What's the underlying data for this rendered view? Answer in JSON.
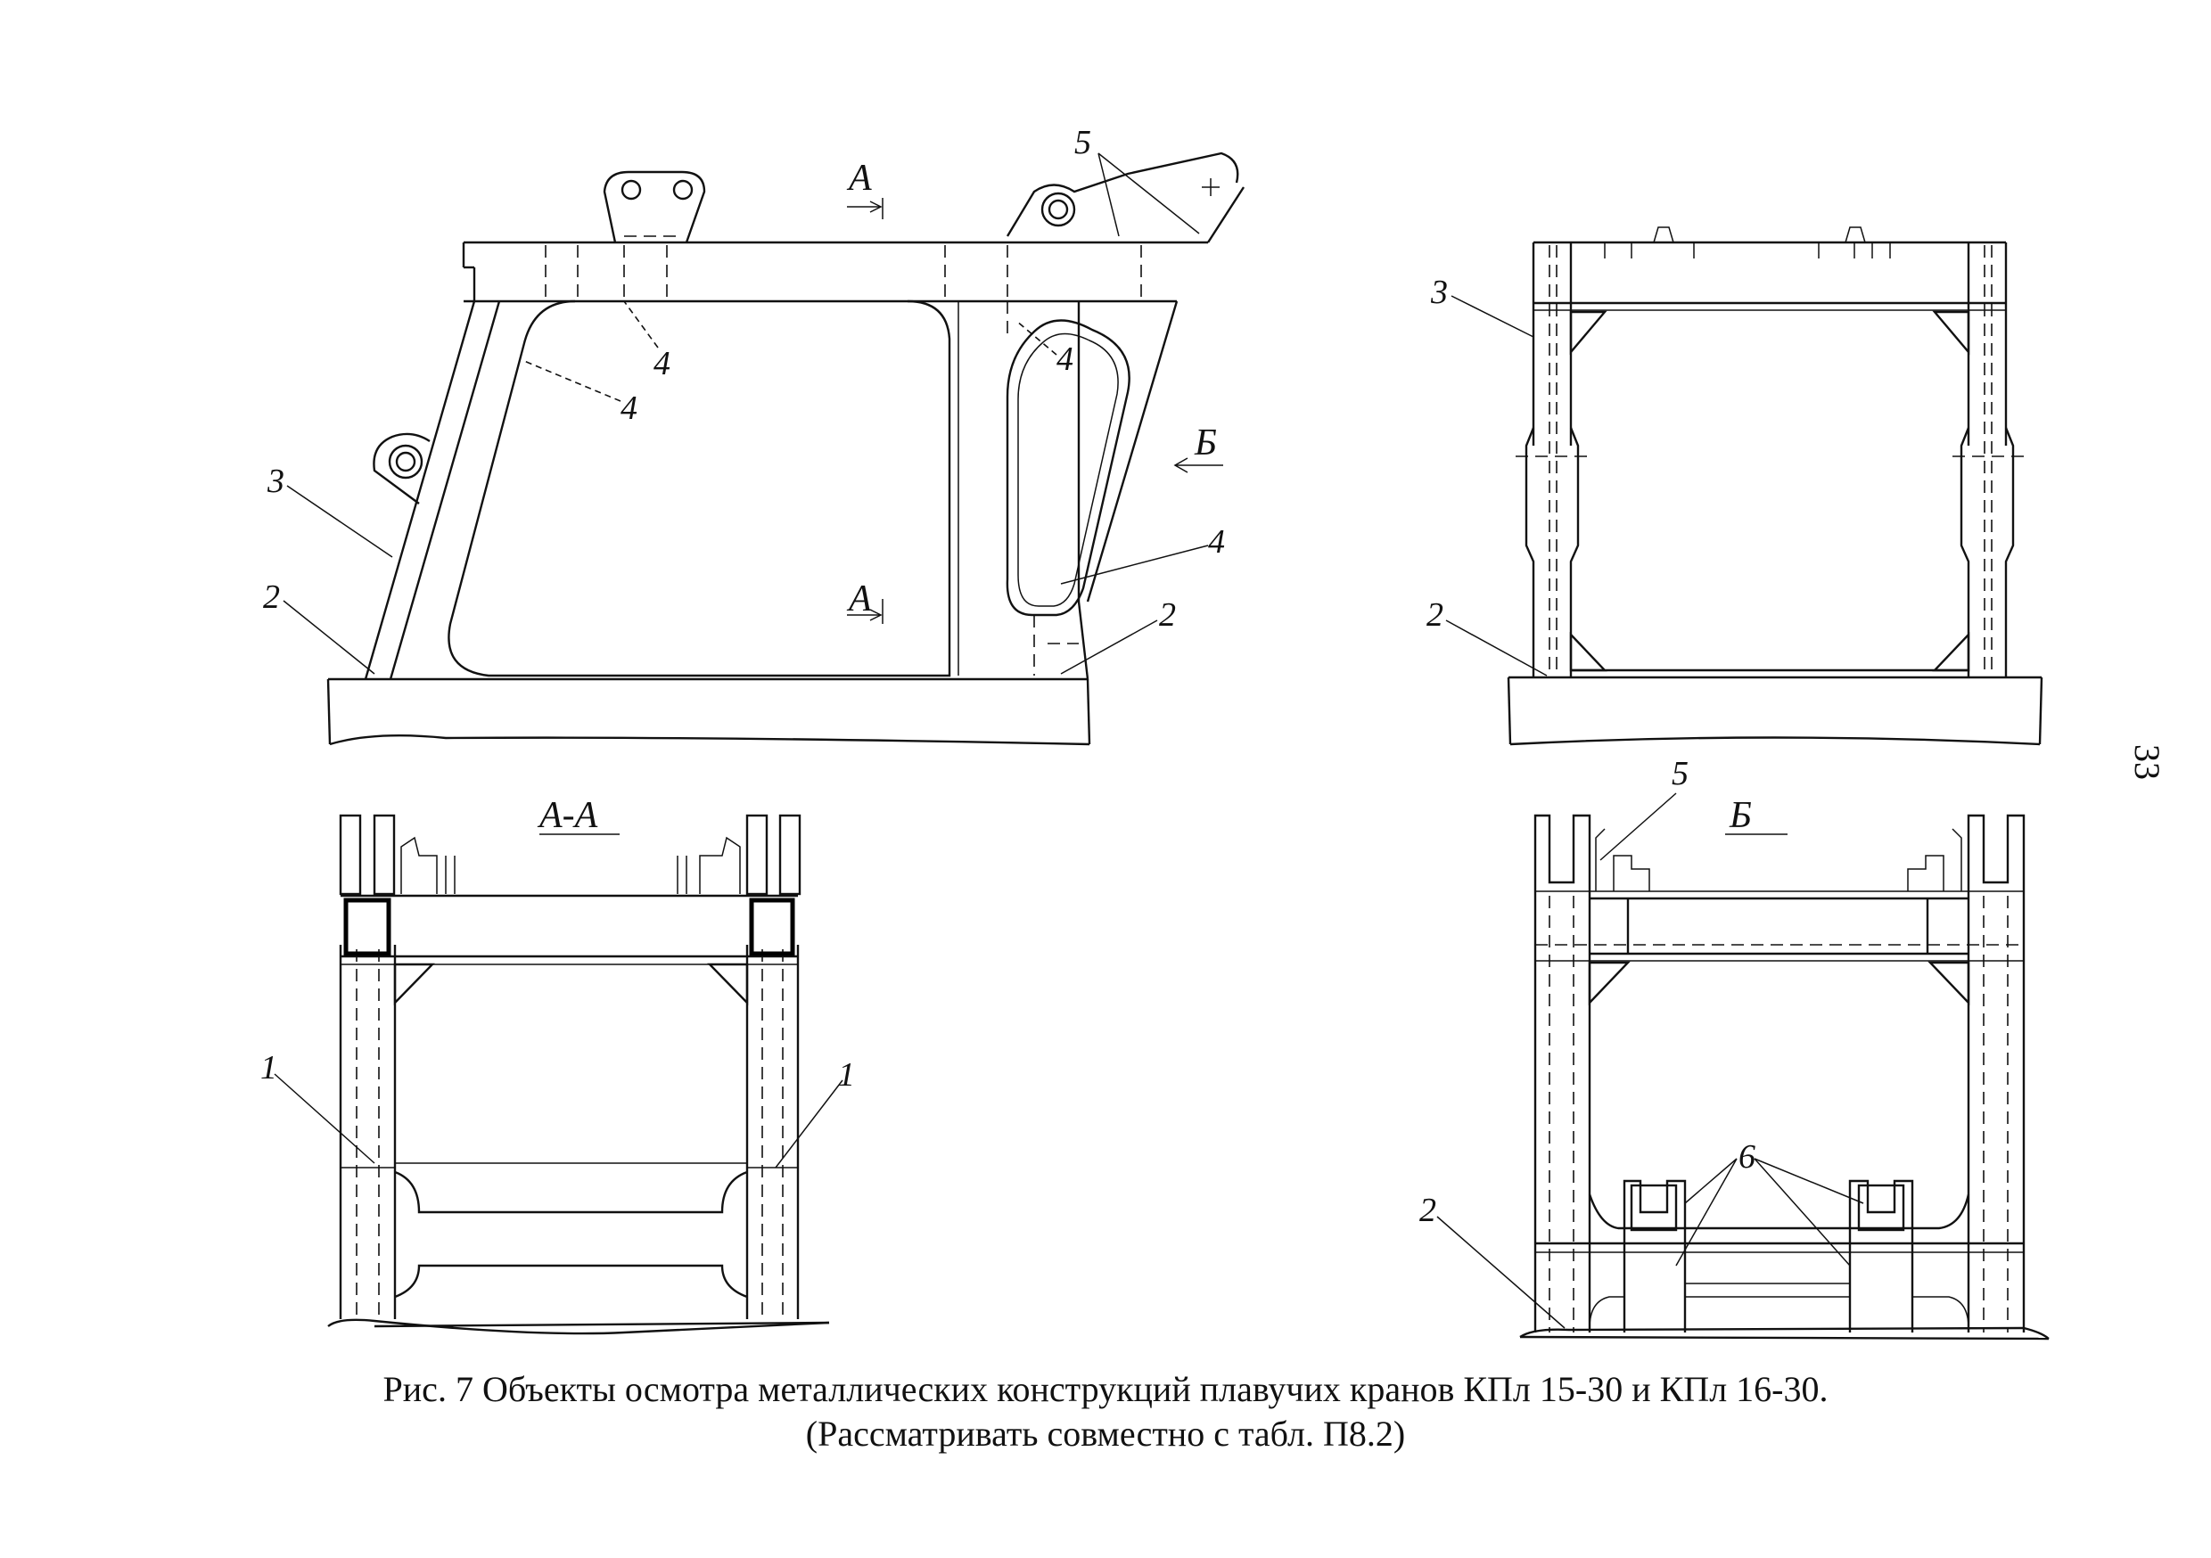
{
  "page_number": "33",
  "caption": {
    "line1": "Рис. 7   Объекты осмотра металлических конструкций плавучих кранов КПл 15-30 и КПл 16-30.",
    "line2": "(Рассматривать совместно с табл. П8.2)"
  },
  "views": {
    "side": {
      "section_a_top": "А",
      "section_a_bottom": "А",
      "arrow_b": "Б",
      "callouts": {
        "c1": "5",
        "c2": "4",
        "c3": "4",
        "c4": "4",
        "c5": "4",
        "c6": "3",
        "c7": "2",
        "c8": "2"
      }
    },
    "end": {
      "callouts": {
        "c1": "3",
        "c2": "2"
      }
    },
    "section_aa": {
      "title": "А-А",
      "callouts": {
        "c1": "1",
        "c2": "1"
      }
    },
    "view_b": {
      "title": "Б",
      "callouts": {
        "c1": "5",
        "c2": "6",
        "c3": "2"
      }
    }
  }
}
